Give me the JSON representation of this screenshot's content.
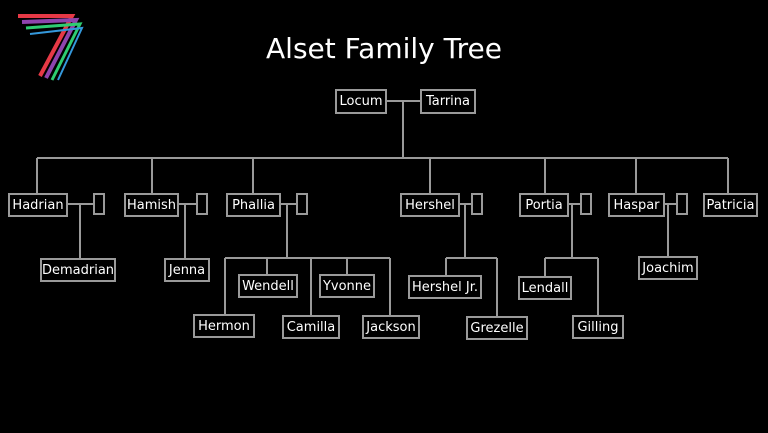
{
  "title": "Alset Family Tree",
  "logo": {
    "icon": "stylized-7-logo"
  },
  "colors": {
    "background": "#000000",
    "line": "#9a9a9a",
    "text": "#ffffff",
    "logo": [
      "#e63946",
      "#8e44ad",
      "#2ecc71",
      "#3498db"
    ]
  },
  "root": {
    "name": "Locum",
    "spouse": "Tarrina"
  },
  "children": [
    {
      "name": "Hadrian",
      "children": [
        "Demadrian"
      ]
    },
    {
      "name": "Hamish",
      "children": [
        "Jenna"
      ]
    },
    {
      "name": "Phallia",
      "children": [
        "Hermon",
        "Wendell",
        "Camilla",
        "Yvonne",
        "Jackson"
      ]
    },
    {
      "name": "Hershel",
      "children": [
        "Hershel Jr.",
        "Grezelle"
      ]
    },
    {
      "name": "Portia",
      "children": [
        "Lendall",
        "Gilling"
      ]
    },
    {
      "name": "Haspar",
      "children": [
        "Joachim"
      ]
    },
    {
      "name": "Patricia",
      "children": []
    }
  ]
}
